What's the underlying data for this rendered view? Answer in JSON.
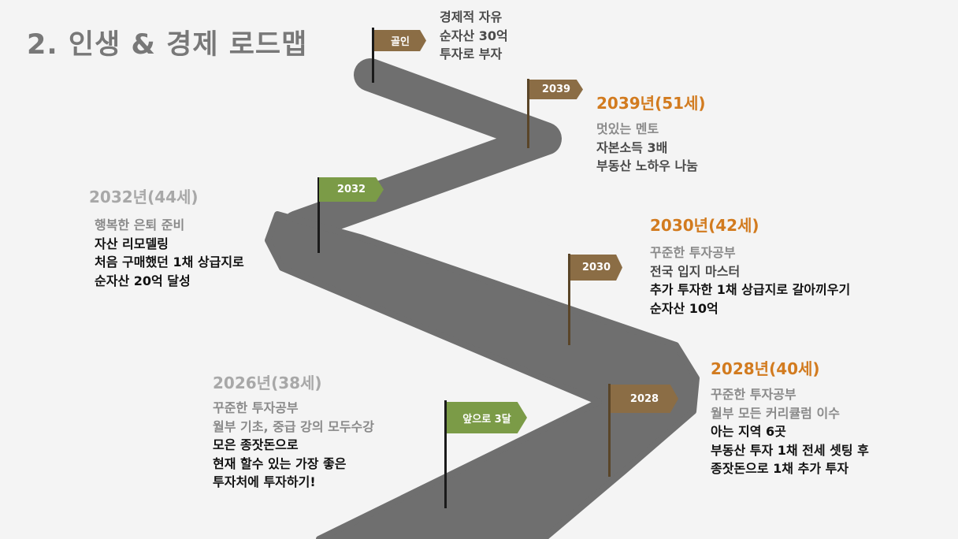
{
  "title": "2. 인생 & 경제 로드맵",
  "colors": {
    "road": "#6f6f6f",
    "brown_flag": "#8b6d45",
    "green_flag": "#7b9b47",
    "orange_heading": "#d27b1f"
  },
  "flags": {
    "goal": "골인",
    "y2039": "2039",
    "y2032": "2032",
    "y2030": "2030",
    "y2028": "2028",
    "now": "앞으로 3달"
  },
  "milestones": {
    "goal": {
      "lines": [
        "경제적 자유",
        "순자산 30억",
        "투자로 부자"
      ]
    },
    "y2039": {
      "heading": "2039년(51세)",
      "lines": [
        "멋있는 멘토",
        "자본소득 3배",
        "부동산 노하우 나눔"
      ]
    },
    "y2032": {
      "heading": "2032년(44세)",
      "lines": [
        "행복한 은퇴 준비",
        "자산 리모델링",
        "처음 구매했던 1채 상급지로",
        "순자산 20억 달성"
      ]
    },
    "y2030": {
      "heading": "2030년(42세)",
      "lines": [
        "꾸준한 투자공부",
        "전국 입지 마스터",
        "추가 투자한 1채 상급지로 갈아끼우기",
        "순자산 10억"
      ]
    },
    "y2028": {
      "heading": "2028년(40세)",
      "lines": [
        "꾸준한 투자공부",
        "월부 모든 커리큘럼 이수",
        "아는 지역 6곳",
        "부동산 투자 1채 전세 셋팅 후",
        "종잣돈으로 1채 추가 투자"
      ]
    },
    "y2026": {
      "heading": "2026년(38세)",
      "lines": [
        "꾸준한 투자공부",
        "월부 기초, 중급 강의 모두수강",
        "모은 종잣돈으로",
        "현재 할수 있는 가장 좋은",
        "투자처에 투자하기!"
      ]
    }
  }
}
